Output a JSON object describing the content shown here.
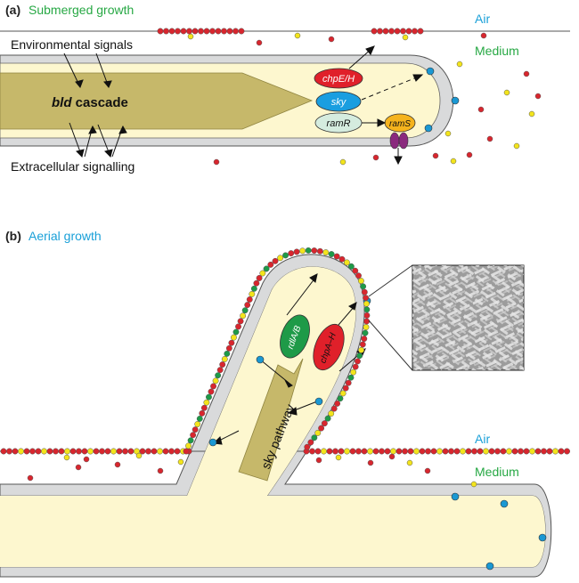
{
  "panel_a": {
    "letter": "(a)",
    "title": "Submerged growth",
    "air": "Air",
    "medium": "Medium",
    "env_signals": "Environmental signals",
    "bld": "bld",
    "cascade": "cascade",
    "extracellular": "Extracellular signalling",
    "genes": {
      "chpEH": "chpE/H",
      "sky": "sky",
      "ramR": "ramR",
      "ramS": "ramS"
    }
  },
  "panel_b": {
    "letter": "(b)",
    "title": "Aerial growth",
    "air": "Air",
    "medium": "Medium",
    "rdlAB": "rdlA/B",
    "chpAH": "chpA–H",
    "sky_pathway": "sky pathway"
  },
  "colors": {
    "title_green": "#27a844",
    "air_blue": "#1aa0d8",
    "hypha_fill": "#fdf7cf",
    "hypha_wall": "#d9dadb",
    "bld_arrow": "#c6b86a",
    "chp_red": "#e0202a",
    "sky_blue": "#1a9ee0",
    "ramR_fill": "#d5ecdf",
    "ramS_fill": "#f5b31d",
    "rdl_green": "#1e9a48",
    "chaplin_red": "#d8262e",
    "rodlin_yellow": "#f3e41c",
    "sap_blue": "#1a98d3",
    "channel_purple": "#8a2a7e"
  }
}
